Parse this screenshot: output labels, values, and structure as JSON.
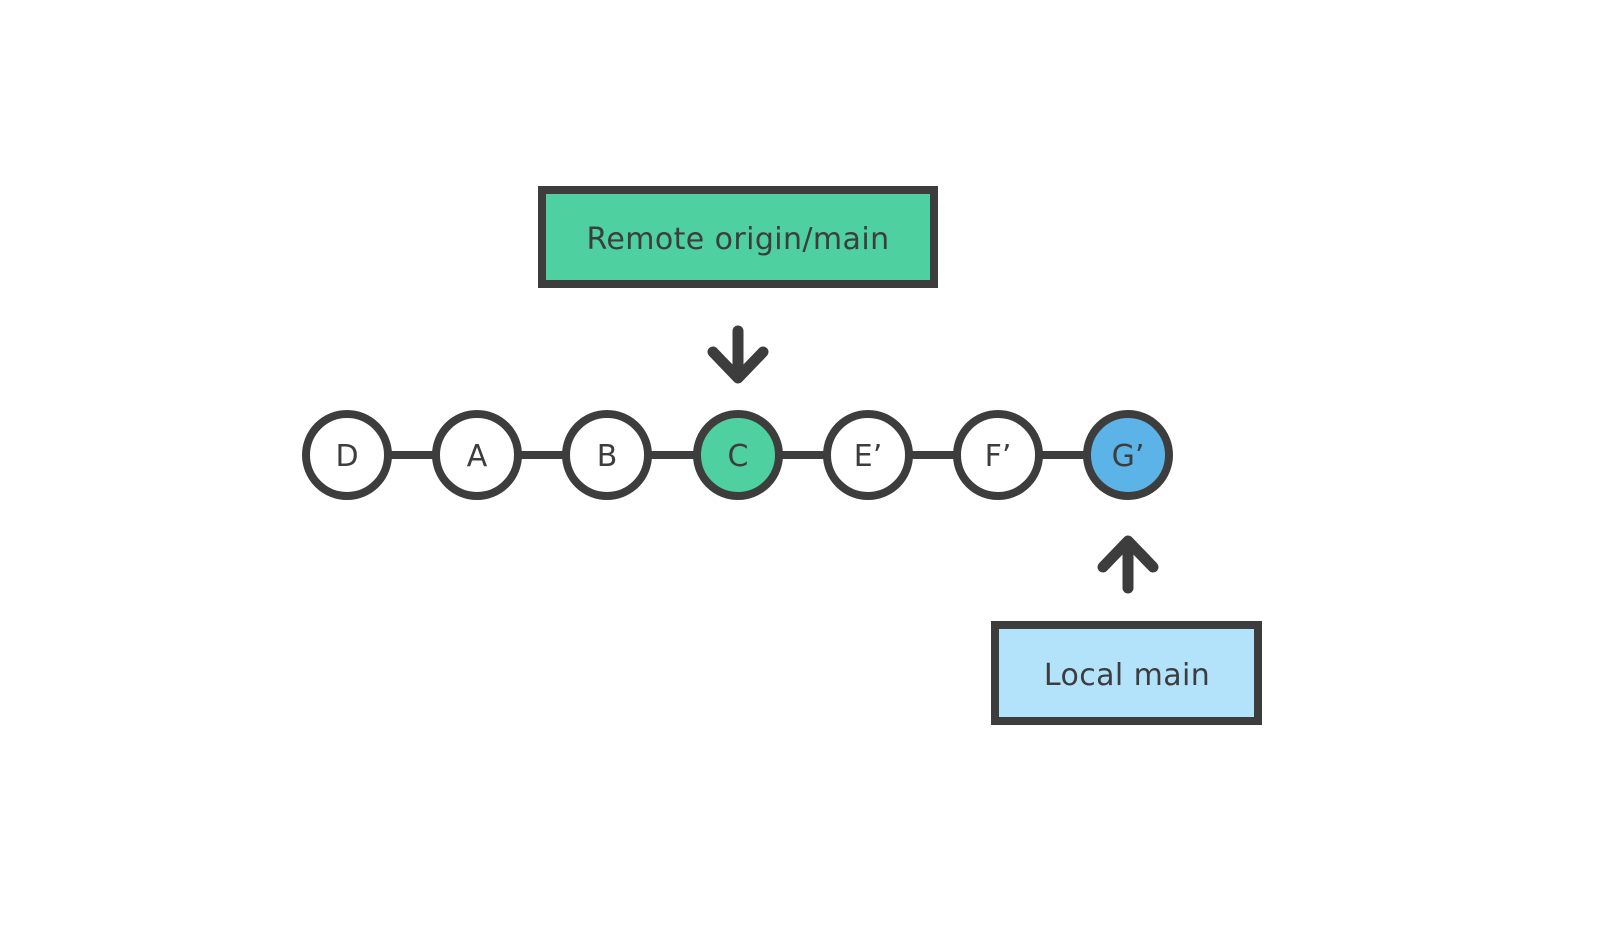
{
  "diagram": {
    "title_alt": "Git branch commit graph after rebase",
    "background": "#ffffff",
    "stroke_color": "#3d3d3d",
    "text_color": "#3d3d3d",
    "node_fill_default": "#ffffff",
    "colors": {
      "remote_green": "#4ed0a0",
      "local_blue": "#5cb3e8",
      "outline_dark": "#3d3d3d",
      "box_blue_fill": "#b3e2fb"
    },
    "remote_label": {
      "text": "Remote origin/main",
      "fill": "#4ed0a0",
      "border": "#3d3d3d"
    },
    "local_label": {
      "text": "Local main",
      "fill": "#b3e2fb",
      "border": "#3d3d3d"
    },
    "commits": [
      {
        "id": "D",
        "label": "D",
        "fill": "#ffffff"
      },
      {
        "id": "A",
        "label": "A",
        "fill": "#ffffff"
      },
      {
        "id": "B",
        "label": "B",
        "fill": "#ffffff"
      },
      {
        "id": "C",
        "label": "C",
        "fill": "#4ed0a0"
      },
      {
        "id": "E2",
        "label": "E’",
        "fill": "#ffffff"
      },
      {
        "id": "F2",
        "label": "F’",
        "fill": "#ffffff"
      },
      {
        "id": "G2",
        "label": "G’",
        "fill": "#5cb3e8"
      }
    ],
    "pointers": [
      {
        "name": "remote-pointer",
        "direction": "down",
        "target": "C"
      },
      {
        "name": "local-pointer",
        "direction": "up",
        "target": "G’"
      }
    ]
  }
}
